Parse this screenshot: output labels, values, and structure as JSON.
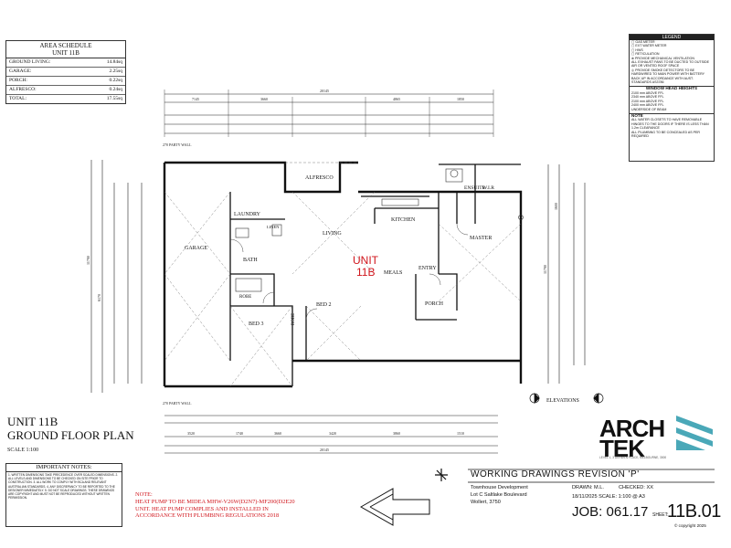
{
  "area_schedule": {
    "title": "AREA SCHEDULE",
    "subtitle": "UNIT 11B",
    "rows": [
      {
        "label": "GROUND LIVING:",
        "value": "14.84sq"
      },
      {
        "label": "GARAGE:",
        "value": "2.25sq"
      },
      {
        "label": "PORCH:",
        "value": "0.22sq"
      },
      {
        "label": "ALFRESCO:",
        "value": "0.24sq"
      },
      {
        "label": "TOTAL:",
        "value": "17.55sq"
      }
    ]
  },
  "legend": {
    "title": "LEGEND",
    "items": [
      "GAS METER",
      "EXT WATER METER",
      "HWS",
      "RETICULATION",
      "PROVIDE MECHANICAL VENTILATION",
      "ALL EXHAUST FANS TO BE DUCTED TO OUTSIDE AIR OR VENTED ROOF SPACE",
      "PROVIDE SMOKE DETECTORS TO BE HARDWIRED TO MAIN POWER WITH BATTERY BACK UP IN ACCORDANCE WITH AUST. STANDARDS AS3786"
    ],
    "window_title": "WINDOW HEAD HEIGHTS",
    "window_rows": [
      "2100 mm ABOVE FFL",
      "2340 mm ABOVE FFL",
      "2100 mm ABOVE FFL",
      "2400 mm ABOVE FFL",
      "UNDERSIDE OF BEAM"
    ],
    "note_title": "NOTE",
    "notes": [
      "ALL WATER CLOSETS TO HAVE REMOVABLE HINGES TO THE DOORS IF THERE IS LESS THAN 1.2m CLEARANCE",
      "ALL PLUMBING TO BE CONCEALED AS PER REQUIRED"
    ]
  },
  "plan": {
    "unit_label_line1": "UNIT",
    "unit_label_line2": "11B",
    "rooms": {
      "garage": "GARAGE",
      "laundry": "LAUNDRY",
      "alfresco": "ALFRESCO",
      "kitchen": "KITCHEN",
      "ensuite": "ENSUITE",
      "wir": "W.I.R",
      "living": "LIVING",
      "meals": "MEALS",
      "master": "MASTER",
      "entry": "ENTRY",
      "bath": "BATH",
      "linen": "LINEN",
      "robe1": "ROBE",
      "robe2": "ROBE",
      "bed2": "BED 2",
      "bed3": "BED 3",
      "porch": "PORCH"
    },
    "dimensions": {
      "top_overall": "20145",
      "top_sub": [
        "7145",
        "3660",
        "4865",
        "1850"
      ],
      "bottom_overall": "20145",
      "bottom_sub": [
        "3520",
        "1740",
        "3660",
        "3420",
        "3860",
        "1510"
      ],
      "left": [
        "11790",
        "6170"
      ],
      "right": [
        "11790",
        "1600"
      ]
    },
    "fire_wall_top": "270 PARTY WALL",
    "fire_wall_bottom": "270 PARTY WALL",
    "elevations_label": "ELEVATIONS"
  },
  "title": {
    "line1": "UNIT 11B",
    "line2": "GROUND FLOOR PLAN",
    "scale": "SCALE 1:100"
  },
  "important_notes": {
    "title": "IMPORTANT NOTES:",
    "body": "1. WRITTEN DIMENSIONS TAKE PRECEDENCE OVER SCALED DIMENSIONS. 2. ALL LEVELS AND DIMENSIONS TO BE CHECKED ON SITE PRIOR TO CONSTRUCTION. 3. ALL WORK TO COMPLY WITH BCA AND RELEVANT AUSTRALIAN STANDARDS. 4. ANY DISCREPANCY TO BE REPORTED TO THE DESIGNER IMMEDIATELY. 5. DO NOT SCALE DRAWINGS. THESE DRAWINGS ARE COPYRIGHT AND MUST NOT BE REPRODUCED WITHOUT WRITTEN PERMISSION."
  },
  "red_note": {
    "line1": "NOTE:",
    "line2": "HEAT PUMP TO BE MIDEA MHW-V26W(D2N7)-MF200(D2E20",
    "line3": "UNIT. HEAT PUMP COMPLIES AND INSTALLED IN",
    "line4": "ACCORDANCE WITH PLUMBING REGULATIONS 2018"
  },
  "titleblock": {
    "company": "ARCH\nTEK",
    "address": "LEVEL 1, 3 DERWEN PLACE, MELBOURNE, 3000",
    "heading": "WORKING DRAWINGS REVISION 'P'",
    "project": "Townhouse Development",
    "site_line1": "Lot C Saltlake Boulevard",
    "site_line2": "Wollert, 3750",
    "drawn": "DRAWN: M.L.",
    "checked": "CHECKED: XX",
    "date_scale": "18/11/2025  SCALE: 1:100 @ A3",
    "job": "JOB: 061.17",
    "sheet_label": "SHEET:",
    "sheet": "11B.01",
    "copyright": "© copyright 2025"
  },
  "colors": {
    "unit_label": "#d0141b",
    "red_note": "#d0141b",
    "logo_teal": "#4aa8b8"
  }
}
